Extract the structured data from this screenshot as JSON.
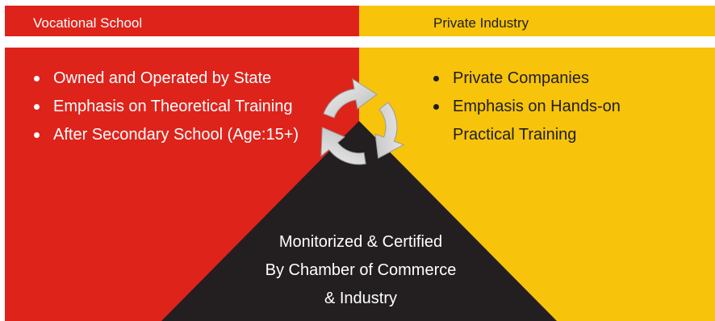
{
  "colors": {
    "red": "#de231b",
    "yellow": "#f7c30b",
    "black": "#231f20",
    "white": "#ffffff",
    "icon_grey": "#cfcfcf"
  },
  "left_panel": {
    "header": "Vocational School",
    "items": [
      "Owned and Operated by State",
      "Emphasis on Theoretical Training",
      "After Secondary School (Age:15+)"
    ]
  },
  "right_panel": {
    "header": "Private Industry",
    "items": [
      "Private Companies",
      "Emphasis on Hands-on Practical Training"
    ]
  },
  "bottom_panel": {
    "lines": [
      "Monitorized & Certified",
      "By Chamber of Commerce",
      "& Industry"
    ]
  },
  "center_icon": "cycle-arrows-icon"
}
